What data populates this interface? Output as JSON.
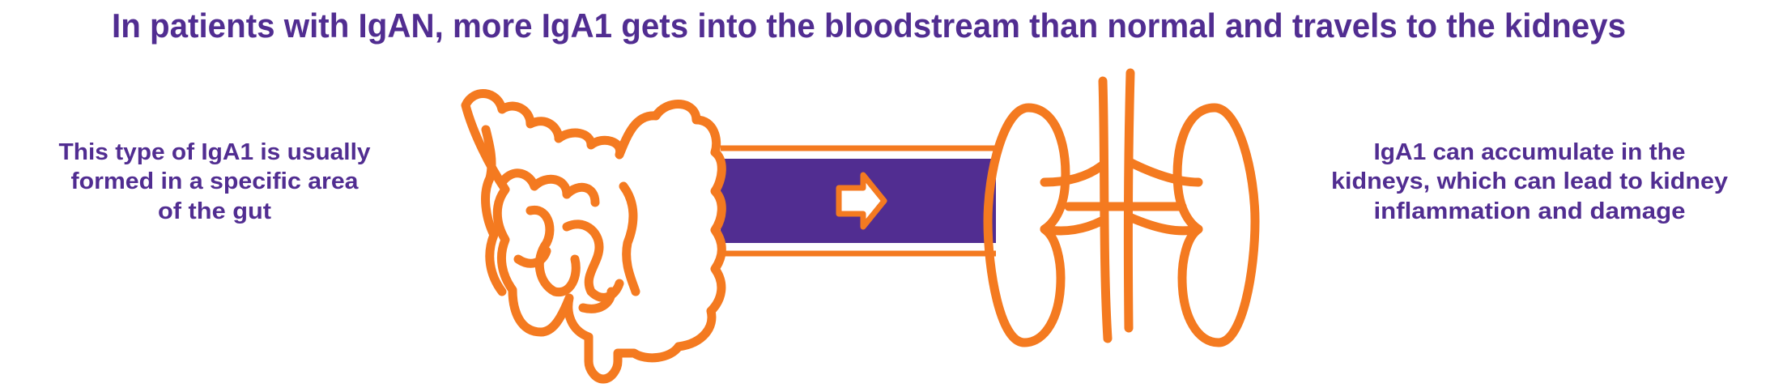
{
  "title": "In patients with IgAN, more IgA1 gets into the bloodstream than normal and travels to the kidneys",
  "left_caption": [
    "This type of IgA1 is usually",
    "formed in a specific area",
    "of the gut"
  ],
  "right_caption": [
    "IgA1 can accumulate in the",
    "kidneys, which can lead to kidney",
    "inflammation and damage"
  ],
  "icons": [
    "intestine-icon",
    "arrow-right-icon",
    "kidneys-icon"
  ],
  "colors": {
    "purple": "#512d91",
    "orange": "#f47a20"
  }
}
